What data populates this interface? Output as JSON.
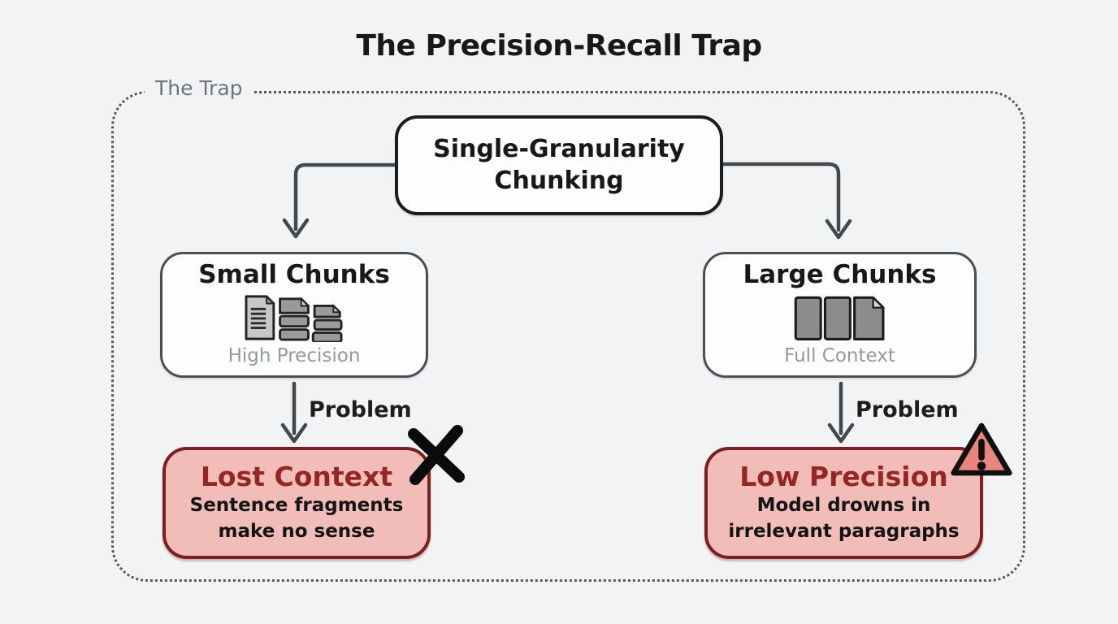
{
  "title": "The Precision-Recall Trap",
  "trap": {
    "label": "The Trap"
  },
  "nodes": {
    "root": {
      "line1": "Single-Granularity",
      "line2": "Chunking"
    },
    "small_chunks": {
      "title": "Small Chunks",
      "subtitle": "High Precision",
      "icon": "small-document-chunks-icon"
    },
    "large_chunks": {
      "title": "Large Chunks",
      "subtitle": "Full Context",
      "icon": "large-document-chunks-icon"
    },
    "lost_context": {
      "title": "Lost Context",
      "line1": "Sentence fragments",
      "line2": "make no sense",
      "badge": "x-mark-icon"
    },
    "low_precision": {
      "title": "Low Precision",
      "line1": "Model drowns in",
      "line2": "irrelevant paragraphs",
      "badge": "warning-triangle-icon"
    }
  },
  "edges": {
    "root_to_small": {
      "label": ""
    },
    "root_to_large": {
      "label": ""
    },
    "small_to_lost": {
      "label": "Problem"
    },
    "large_to_low": {
      "label": "Problem"
    }
  },
  "colors": {
    "canvas_bg": "#f2f3f5",
    "box_bg": "#fdfdfe",
    "dark_border": "#1b1c1e",
    "gray_border": "#4a4f54",
    "arrow": "#43484d",
    "muted_text": "#94999e",
    "trap_border": "#55585c",
    "trap_label_text": "#6f747a",
    "danger_bg": "#f2bdb8",
    "danger_border": "#7b201f",
    "danger_text": "#942723",
    "warning_fill": "#e8857d"
  }
}
